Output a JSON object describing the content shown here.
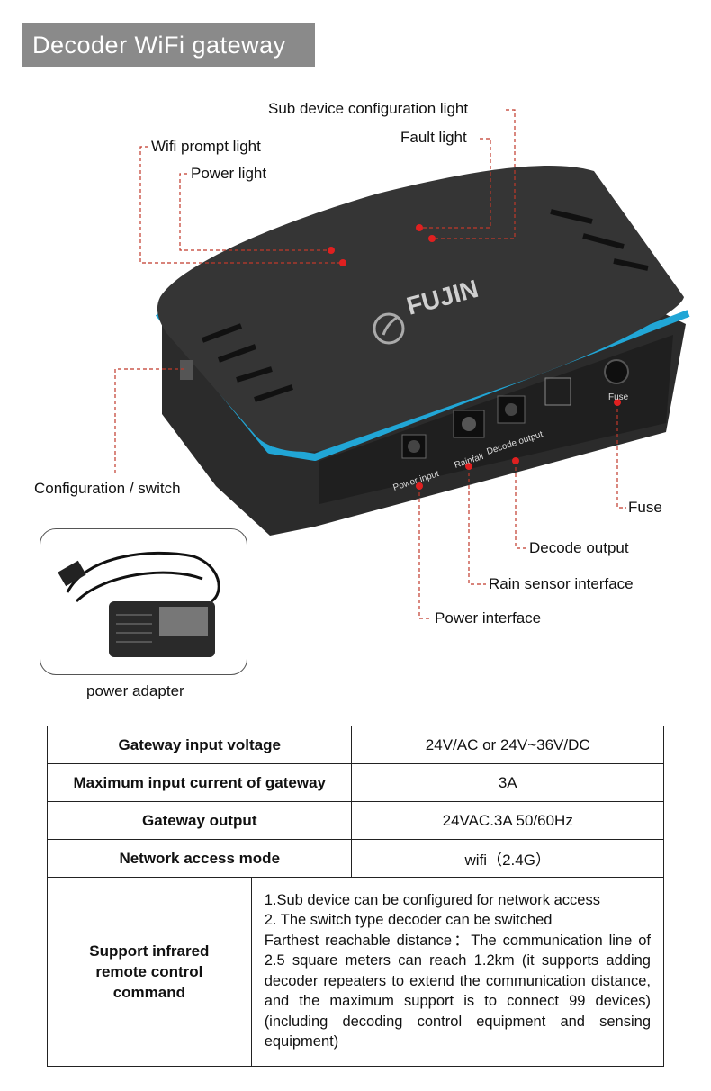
{
  "title": "Decoder WiFi gateway",
  "callouts": {
    "sub_device_light": "Sub device configuration light",
    "fault_light": "Fault light",
    "wifi_light": "Wifi prompt light",
    "power_light": "Power light",
    "config_switch": "Configuration / switch",
    "fuse": "Fuse",
    "decode_output": "Decode output",
    "rain_sensor": "Rain sensor interface",
    "power_interface": "Power interface"
  },
  "device": {
    "brand": "FUJIN",
    "port_power_input": "Power input",
    "port_rainfall": "Rainfall",
    "port_decode_output": "Decode output",
    "port_fuse": "Fuse"
  },
  "adapter_caption": "power adapter",
  "spec_table": {
    "rows": [
      {
        "label": "Gateway input voltage",
        "value": "24V/AC or 24V~36V/DC"
      },
      {
        "label": "Maximum input current of gateway",
        "value": "3A"
      },
      {
        "label": "Gateway output",
        "value": "24VAC.3A 50/60Hz"
      },
      {
        "label": "Network access mode",
        "value": "wifi（2.4G）"
      }
    ],
    "last_row": {
      "label_lines": [
        "Support infrared",
        "remote control",
        "command"
      ],
      "lines": [
        "1.Sub device can be configured for network access",
        "2. The switch type decoder can be switched",
        "Farthest reachable distance：The communication line of 2.5 square meters can reach 1.2km (it supports adding decoder repeaters to extend the communication distance, and the maximum support is to connect 99 devices) (including decoding control equipment and sensing equipment)"
      ]
    }
  },
  "colors": {
    "title_bg": "#8a8a8a",
    "accent_blue": "#21a6d6",
    "indicator_red": "#e02020",
    "device_body": "#2a2a2a"
  }
}
